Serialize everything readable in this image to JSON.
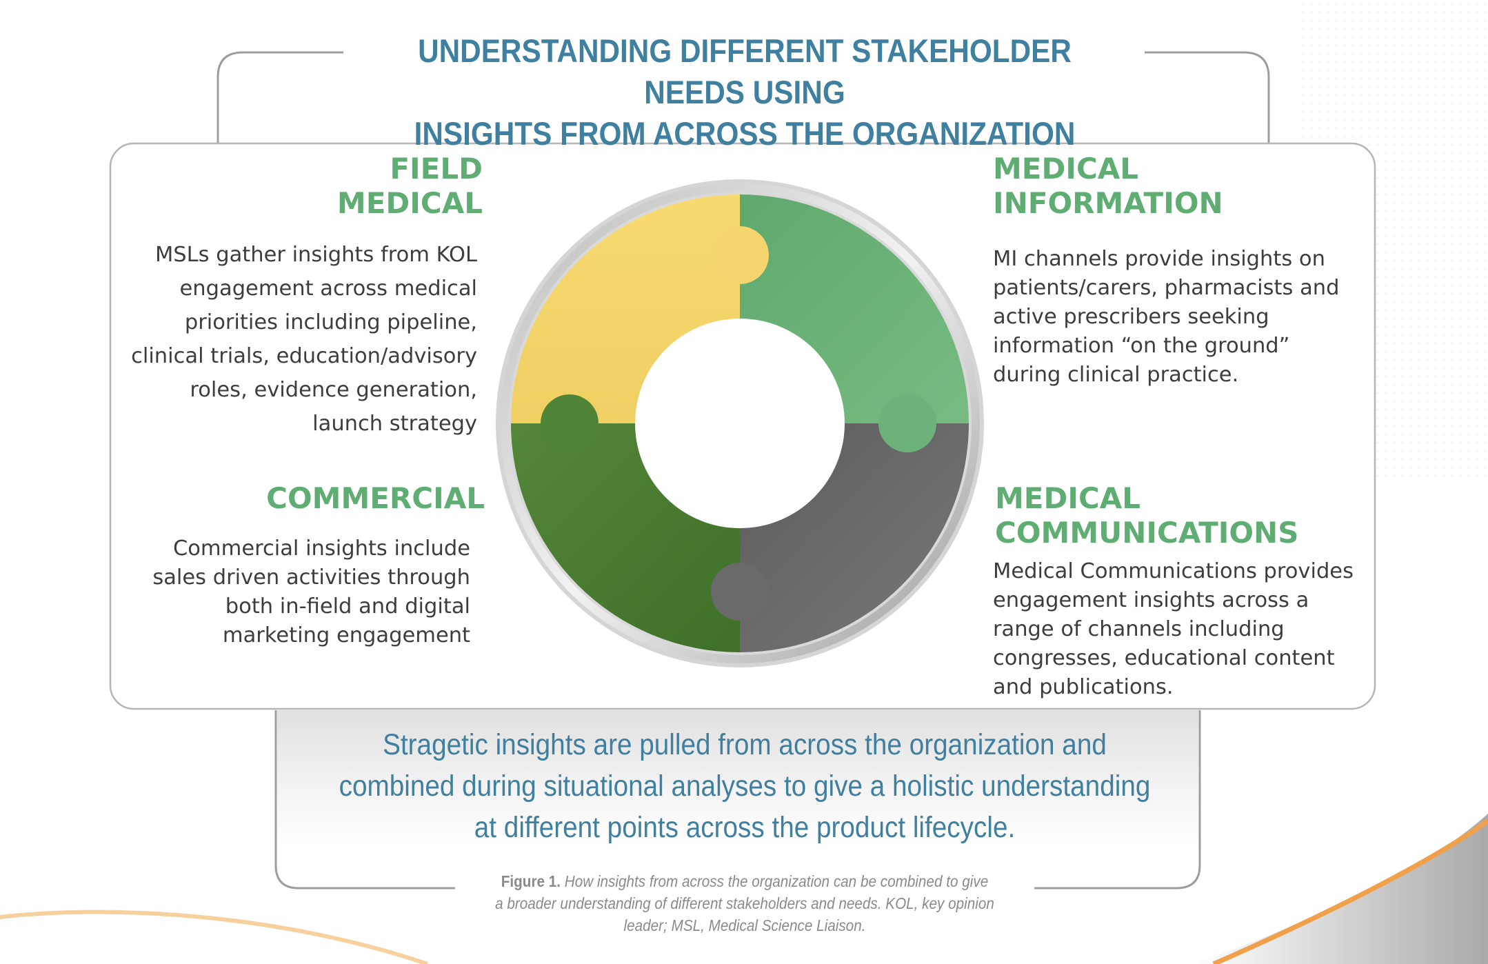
{
  "title": {
    "line1": "UNDERSTANDING DIFFERENT STAKEHOLDER NEEDS USING",
    "line2": "INSIGHTS FROM ACROSS THE ORGANIZATION"
  },
  "quadrants": {
    "field_medical": {
      "heading": [
        "FIELD",
        "MEDICAL"
      ],
      "body": [
        "MSLs gather insights from KOL",
        "engagement across medical",
        "priorities including pipeline,",
        "clinical trials, education/advisory",
        "roles, evidence generation,",
        "launch strategy"
      ]
    },
    "medical_information": {
      "heading": [
        "MEDICAL",
        "INFORMATION"
      ],
      "body": [
        "MI channels provide insights on",
        "patients/carers, pharmacists and",
        "active prescribers seeking",
        "information “on the ground”",
        "during clinical practice."
      ]
    },
    "commercial": {
      "heading": [
        "COMMERCIAL"
      ],
      "body": [
        "Commercial insights include",
        "sales driven activities through",
        "both in-field and digital",
        "marketing engagement"
      ]
    },
    "medical_communications": {
      "heading": [
        "MEDICAL",
        "COMMUNICATIONS"
      ],
      "body": [
        "Medical Communications provides",
        "engagement insights across a",
        "range of channels including",
        "congresses, educational content",
        "and publications."
      ]
    }
  },
  "summary": [
    "Stragetic insights are pulled from across the organization and",
    "combined during situational analyses to give a holistic understanding",
    "at different points across the product lifecycle."
  ],
  "caption": {
    "label": "Figure 1.",
    "line1": "How insights from across the organization can be combined to give",
    "line2": "a broader understanding of different stakeholders and needs. KOL, key opinion",
    "line3": "leader; MSL, Medical Science Liaison."
  },
  "colors": {
    "title_blue": "#3f7fa0",
    "heading_green": "#5fad73",
    "yellow_piece": "#f4d56e",
    "light_green_piece": "#6cb27a",
    "dark_green_piece": "#4a7d35",
    "gray_piece": "#6e6e6e",
    "accent_orange": "#f0a04a"
  }
}
